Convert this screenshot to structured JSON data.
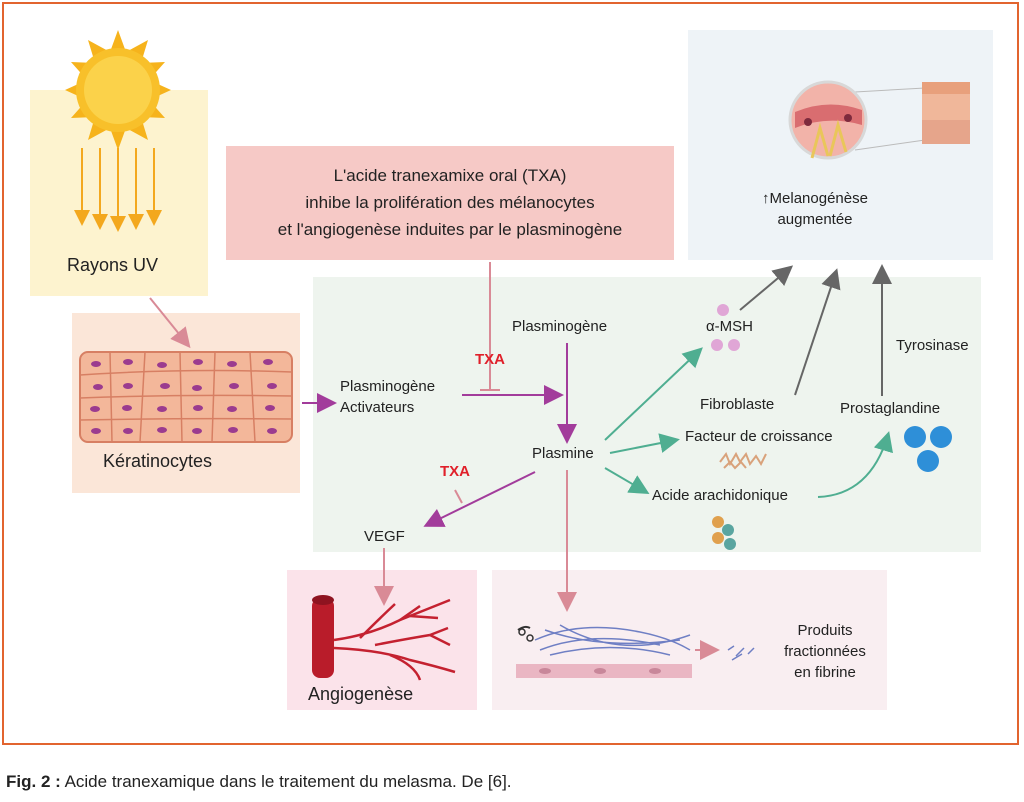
{
  "main_box": {
    "line1": "L'acide tranexamixe oral (TXA)",
    "line2": "inhibe la prolifération des mélanocytes",
    "line3": "et l'angiogenèse induites par le plasminogène"
  },
  "nodes": {
    "rayons_uv": "Rayons UV",
    "keratinocytes": "Kératinocytes",
    "plasminogene_activateurs_1": "Plasminogène",
    "plasminogene_activateurs_2": "Activateurs",
    "plasminogene": "Plasminogène",
    "plasmine": "Plasmine",
    "msh": "α-MSH",
    "fibroblaste": "Fibroblaste",
    "tyrosinase": "Tyrosinase",
    "prostaglandine": "Prostaglandine",
    "facteur_croissance": "Facteur de croissance",
    "acide_arachidonique": "Acide arachidonique",
    "vegf": "VEGF",
    "angiogenese": "Angiogenèse",
    "melanogenese_1": "↑Melanogénèse",
    "melanogenese_2": "augmentée",
    "produits_1": "Produits",
    "produits_2": "fractionnées",
    "produits_3": "en fibrine"
  },
  "txa_labels": {
    "upper": "TXA",
    "lower": "TXA"
  },
  "caption": {
    "bold": "Fig. 2 :",
    "text": " Acide tranexamique dans le traitement du melasma. De [6]."
  },
  "colors": {
    "frame": "#e2642f",
    "txa": "#e0202a",
    "purple_arrow": "#a23c9b",
    "pink_arrow": "#d98a96",
    "green_arrow": "#4fae91",
    "grey_arrow": "#666666"
  }
}
